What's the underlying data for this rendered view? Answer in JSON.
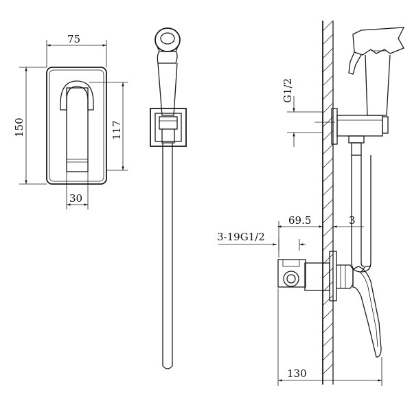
{
  "dimensions": {
    "plate_width": "75",
    "plate_height": "150",
    "handle_height": "117",
    "handle_width": "30",
    "thread_label": "G1/2",
    "wall_offset": "69.5",
    "wall_gap": "3",
    "install_range": "3-19G1/2",
    "total_depth": "130"
  }
}
